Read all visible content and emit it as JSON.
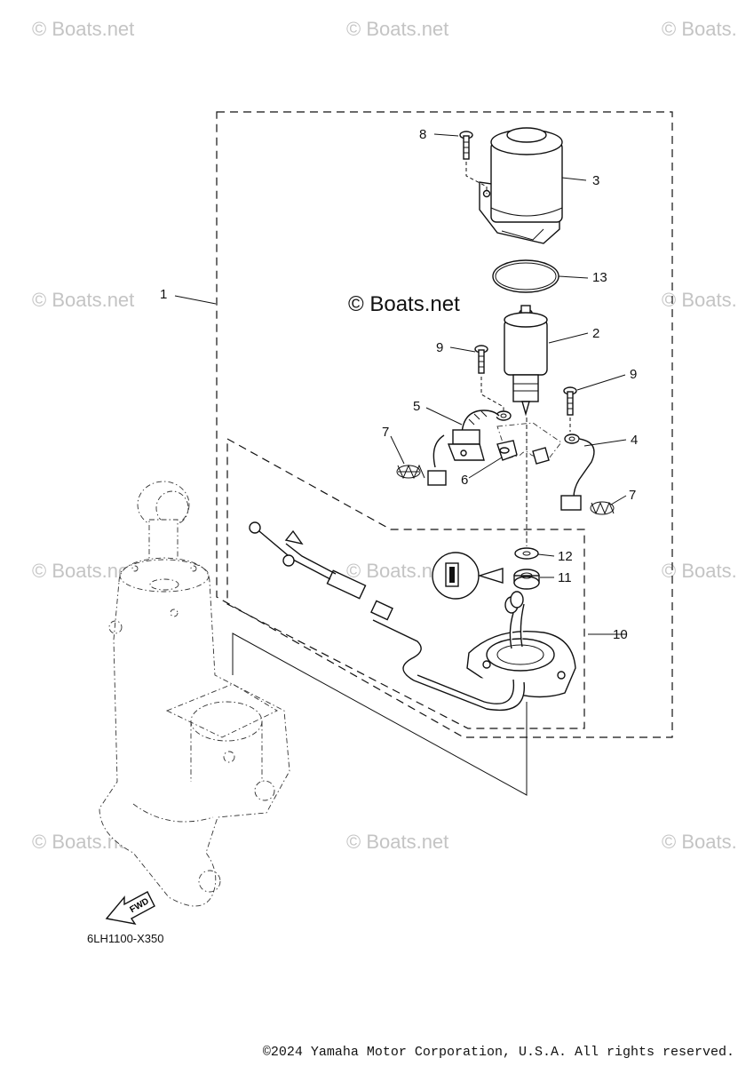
{
  "watermark": "© Boats.net",
  "brand_mark": "© Boats.net",
  "part_code": "6LH1100-X350",
  "fwd_label": "FWD",
  "copyright": "©2024 Yamaha Motor Corporation, U.S.A. All rights reserved.",
  "callouts": {
    "c1": "1",
    "c2": "2",
    "c3": "3",
    "c4": "4",
    "c5": "5",
    "c6": "6",
    "c7a": "7",
    "c7b": "7",
    "c8": "8",
    "c9a": "9",
    "c9b": "9",
    "c10": "10",
    "c11": "11",
    "c12": "12",
    "c13": "13"
  }
}
